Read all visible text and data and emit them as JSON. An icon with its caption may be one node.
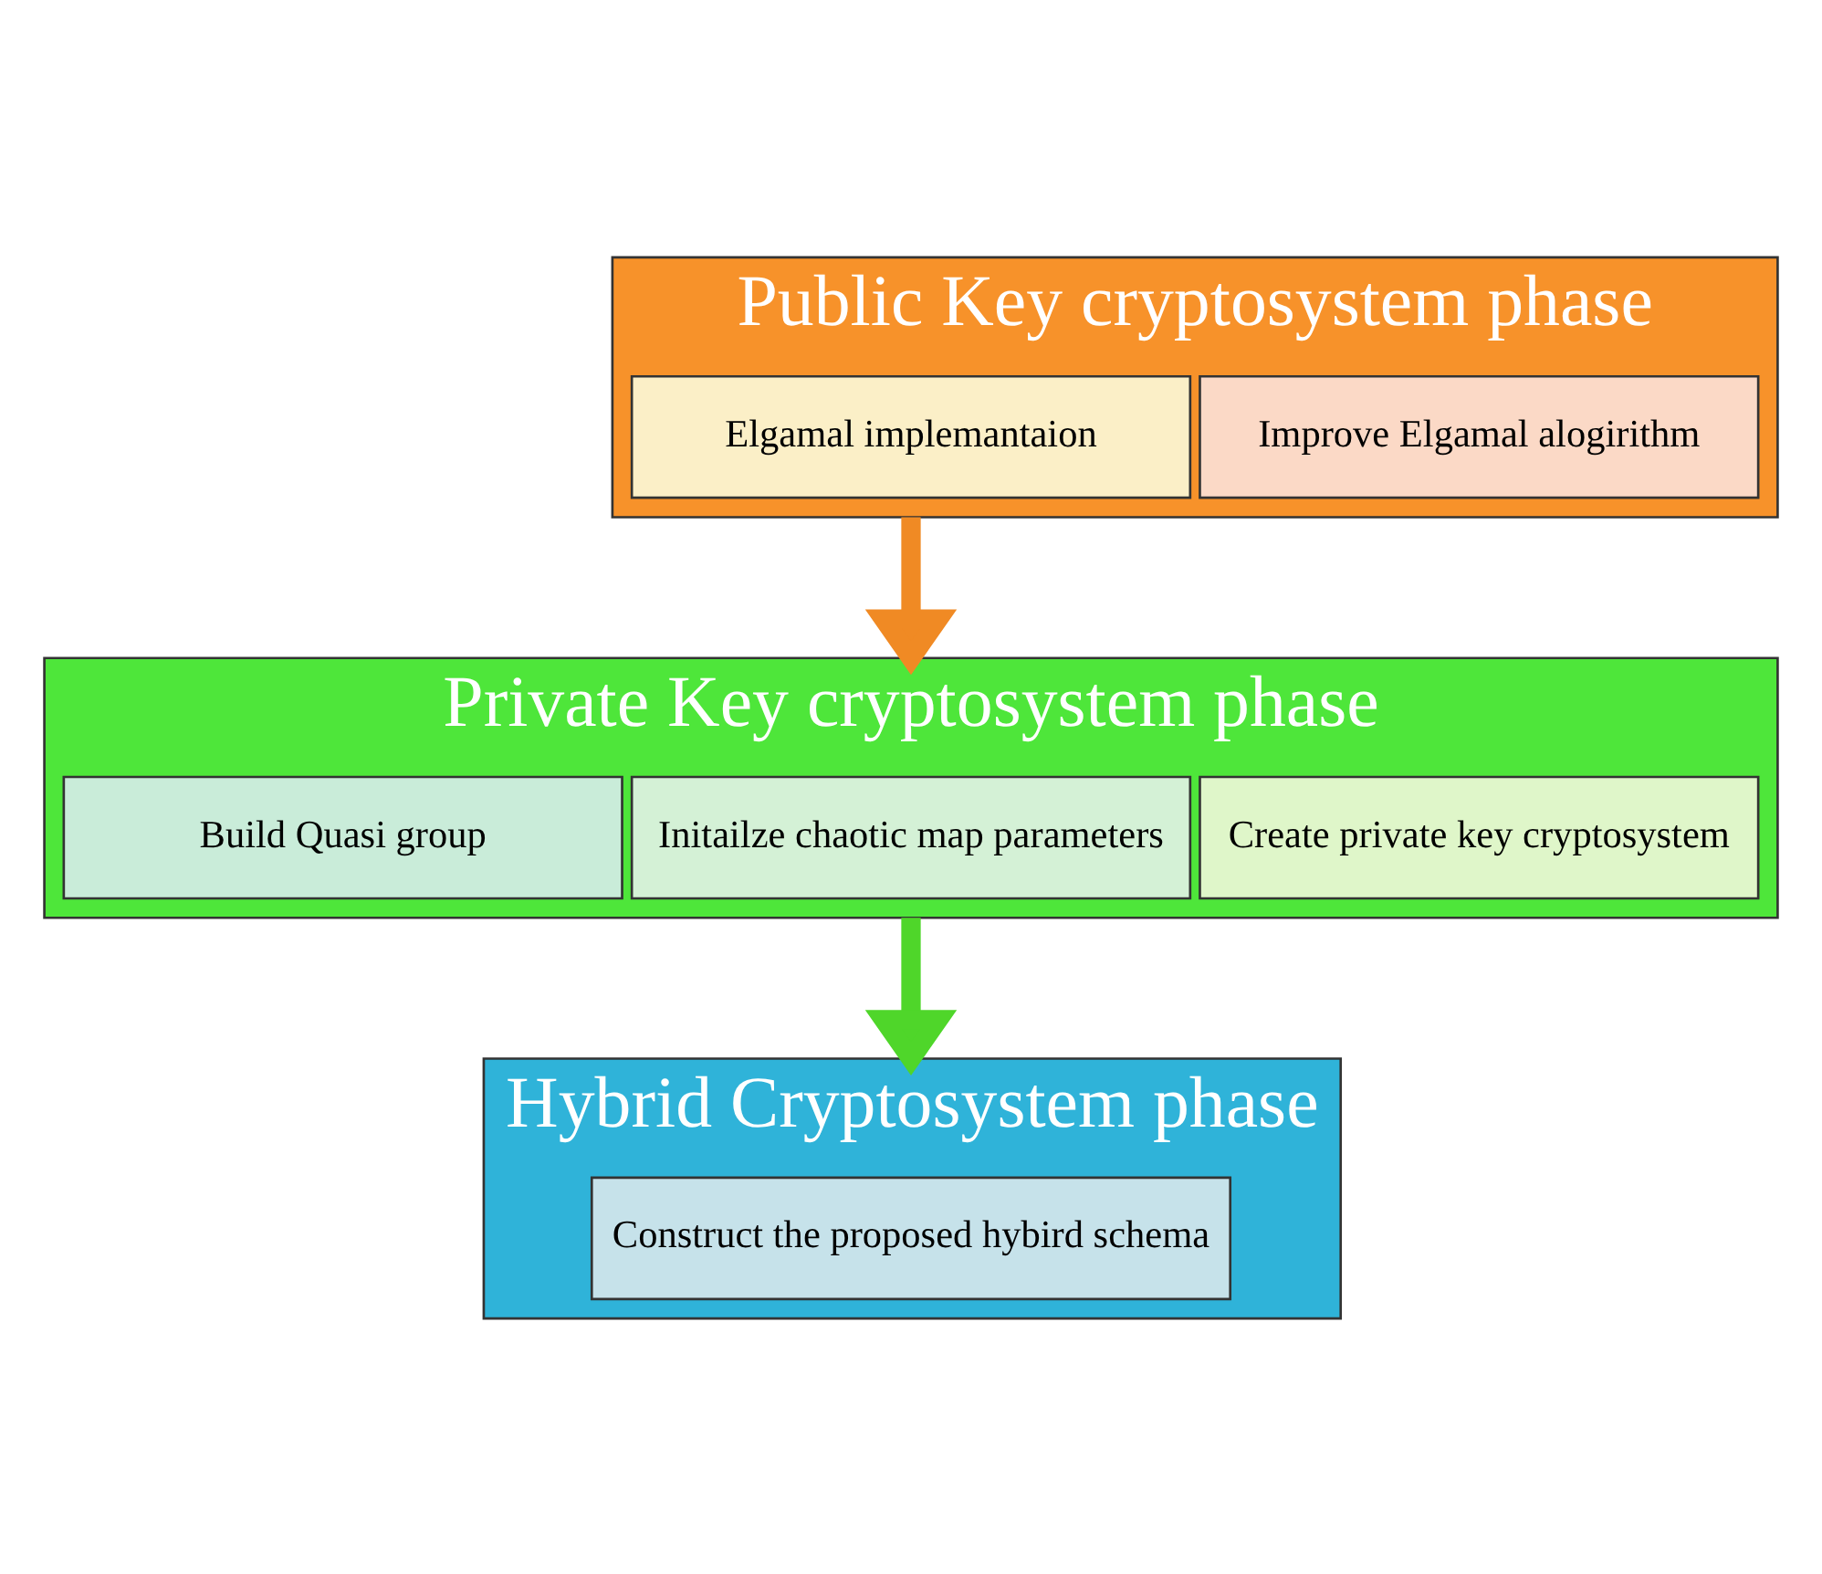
{
  "diagram": {
    "nodes": [
      {
        "text": [
          "Public Key cryptosystem phase"
        ]
      },
      {
        "text": [
          "Elgamal implemantaion"
        ],
        "in": 0
      },
      {
        "text": [
          "Improve Elgamal alogirithm"
        ],
        "in": 0
      },
      {
        "text": [
          "Private Key cryptosystem phase"
        ]
      },
      {
        "text": [
          "Build Quasi group"
        ],
        "in": 3
      },
      {
        "text": [
          "Initailze chaotic map parameters"
        ],
        "in": 3
      },
      {
        "text": [
          "Create private key cryptosystem"
        ],
        "in": 3
      },
      {
        "text": [
          "Hybrid Cryptosystem phase"
        ]
      },
      {
        "text": [
          "Construct the proposed hybird schema"
        ],
        "in": 7
      }
    ],
    "edges": [
      {
        "from": 0,
        "to": 3,
        "arrow": "to",
        "color": "#f08a24"
      },
      {
        "from": 3,
        "to": 7,
        "arrow": "to",
        "color": "#4fd62a"
      }
    ]
  }
}
